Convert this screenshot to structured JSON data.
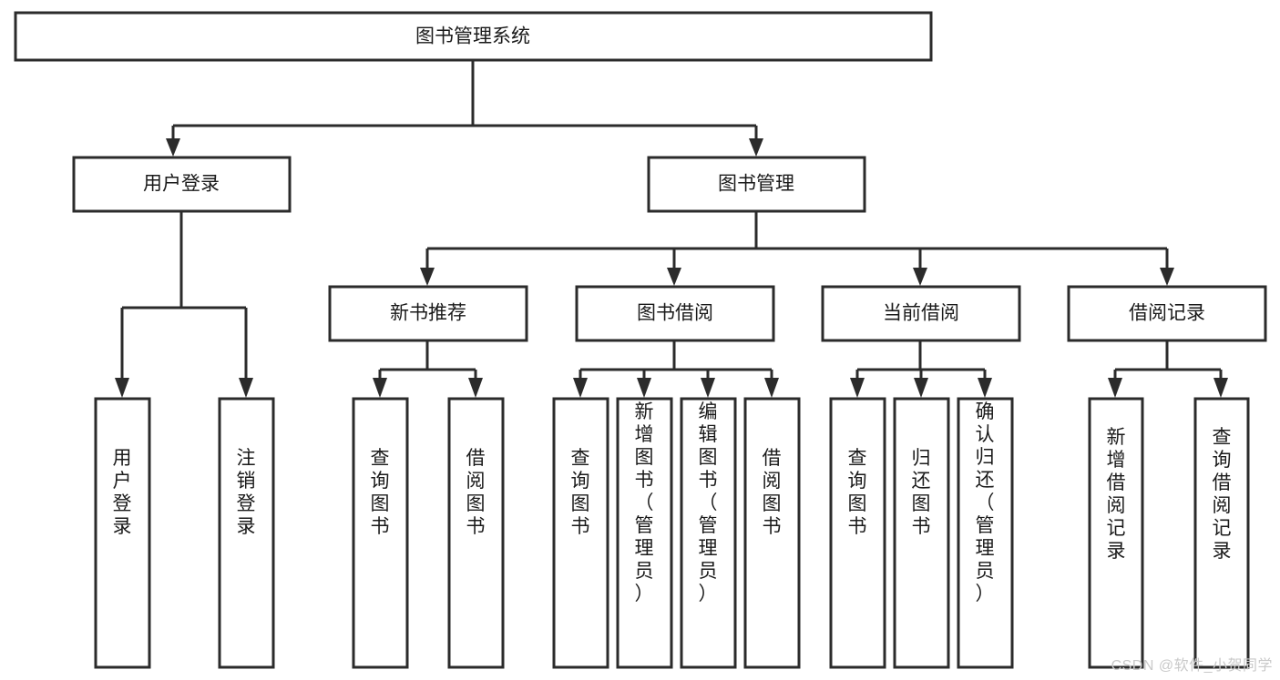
{
  "page": {
    "title": "图书管理系统",
    "watermark": "CSDN @软件_小贺同学",
    "background_color": "#ffffff",
    "line_color": "#2b2b2b",
    "text_color": "#1a1a1a"
  },
  "chart_data": {
    "type": "diagram",
    "diagram_kind": "tree-hierarchy",
    "title": "图书管理系统",
    "orientation": "top-down",
    "levels": 4,
    "nodes": [
      {
        "id": "root",
        "label": "图书管理系统",
        "level": 0,
        "orientation": "horizontal",
        "parent": null
      },
      {
        "id": "user_login",
        "label": "用户登录",
        "level": 1,
        "orientation": "horizontal",
        "parent": "root"
      },
      {
        "id": "book_mgmt",
        "label": "图书管理",
        "level": 1,
        "orientation": "horizontal",
        "parent": "root"
      },
      {
        "id": "new_book_rec",
        "label": "新书推荐",
        "level": 2,
        "orientation": "horizontal",
        "parent": "book_mgmt"
      },
      {
        "id": "book_borrow",
        "label": "图书借阅",
        "level": 2,
        "orientation": "horizontal",
        "parent": "book_mgmt"
      },
      {
        "id": "current_borrow",
        "label": "当前借阅",
        "level": 2,
        "orientation": "horizontal",
        "parent": "book_mgmt"
      },
      {
        "id": "borrow_record",
        "label": "借阅记录",
        "level": 2,
        "orientation": "horizontal",
        "parent": "book_mgmt"
      },
      {
        "id": "leaf_user_login",
        "label": "用户登录",
        "level": 3,
        "orientation": "vertical",
        "parent": "user_login"
      },
      {
        "id": "leaf_logout",
        "label": "注销登录",
        "level": 3,
        "orientation": "vertical",
        "parent": "user_login"
      },
      {
        "id": "leaf_query_book_1",
        "label": "查询图书",
        "level": 3,
        "orientation": "vertical",
        "parent": "new_book_rec"
      },
      {
        "id": "leaf_borrow_book_1",
        "label": "借阅图书",
        "level": 3,
        "orientation": "vertical",
        "parent": "new_book_rec"
      },
      {
        "id": "leaf_query_book_2",
        "label": "查询图书",
        "level": 3,
        "orientation": "vertical",
        "parent": "book_borrow"
      },
      {
        "id": "leaf_add_book",
        "label": "新增图书（管理员）",
        "level": 3,
        "orientation": "vertical",
        "parent": "book_borrow"
      },
      {
        "id": "leaf_edit_book",
        "label": "编辑图书（管理员）",
        "level": 3,
        "orientation": "vertical",
        "parent": "book_borrow"
      },
      {
        "id": "leaf_borrow_book_2",
        "label": "借阅图书",
        "level": 3,
        "orientation": "vertical",
        "parent": "book_borrow"
      },
      {
        "id": "leaf_query_book_3",
        "label": "查询图书",
        "level": 3,
        "orientation": "vertical",
        "parent": "current_borrow"
      },
      {
        "id": "leaf_return_book",
        "label": "归还图书",
        "level": 3,
        "orientation": "vertical",
        "parent": "current_borrow"
      },
      {
        "id": "leaf_confirm_return",
        "label": "确认归还（管理员）",
        "level": 3,
        "orientation": "vertical",
        "parent": "current_borrow"
      },
      {
        "id": "leaf_add_record",
        "label": "新增借阅记录",
        "level": 3,
        "orientation": "vertical",
        "parent": "borrow_record"
      },
      {
        "id": "leaf_query_record",
        "label": "查询借阅记录",
        "level": 3,
        "orientation": "vertical",
        "parent": "borrow_record"
      }
    ],
    "edges": [
      {
        "from": "root",
        "to": "user_login"
      },
      {
        "from": "root",
        "to": "book_mgmt"
      },
      {
        "from": "book_mgmt",
        "to": "new_book_rec"
      },
      {
        "from": "book_mgmt",
        "to": "book_borrow"
      },
      {
        "from": "book_mgmt",
        "to": "current_borrow"
      },
      {
        "from": "book_mgmt",
        "to": "borrow_record"
      },
      {
        "from": "user_login",
        "to": "leaf_user_login"
      },
      {
        "from": "user_login",
        "to": "leaf_logout"
      },
      {
        "from": "new_book_rec",
        "to": "leaf_query_book_1"
      },
      {
        "from": "new_book_rec",
        "to": "leaf_borrow_book_1"
      },
      {
        "from": "book_borrow",
        "to": "leaf_query_book_2"
      },
      {
        "from": "book_borrow",
        "to": "leaf_add_book"
      },
      {
        "from": "book_borrow",
        "to": "leaf_edit_book"
      },
      {
        "from": "book_borrow",
        "to": "leaf_borrow_book_2"
      },
      {
        "from": "current_borrow",
        "to": "leaf_query_book_3"
      },
      {
        "from": "current_borrow",
        "to": "leaf_return_book"
      },
      {
        "from": "current_borrow",
        "to": "leaf_confirm_return"
      },
      {
        "from": "borrow_record",
        "to": "leaf_add_record"
      },
      {
        "from": "borrow_record",
        "to": "leaf_query_record"
      }
    ]
  },
  "nodes": {
    "root": {
      "label": "图书管理系统"
    },
    "user_login": {
      "label": "用户登录"
    },
    "book_mgmt": {
      "label": "图书管理"
    },
    "new_book_rec": {
      "label": "新书推荐"
    },
    "book_borrow": {
      "label": "图书借阅"
    },
    "current_borrow": {
      "label": "当前借阅"
    },
    "borrow_record": {
      "label": "借阅记录"
    },
    "leaf_user_login": {
      "label": "用户登录"
    },
    "leaf_logout": {
      "label": "注销登录"
    },
    "leaf_query_book_1": {
      "label": "查询图书"
    },
    "leaf_borrow_book_1": {
      "label": "借阅图书"
    },
    "leaf_query_book_2": {
      "label": "查询图书"
    },
    "leaf_add_book": {
      "label": "新增图书（管理员）"
    },
    "leaf_edit_book": {
      "label": "编辑图书（管理员）"
    },
    "leaf_borrow_book_2": {
      "label": "借阅图书"
    },
    "leaf_query_book_3": {
      "label": "查询图书"
    },
    "leaf_return_book": {
      "label": "归还图书"
    },
    "leaf_confirm_return": {
      "label": "确认归还（管理员）"
    },
    "leaf_add_record": {
      "label": "新增借阅记录"
    },
    "leaf_query_record": {
      "label": "查询借阅记录"
    }
  }
}
